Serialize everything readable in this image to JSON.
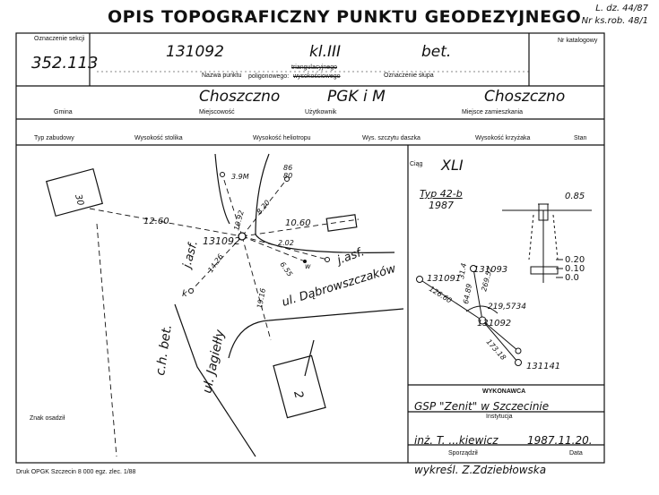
{
  "header": {
    "title": "OPIS TOPOGRAFICZNY PUNKTU GEODEZYJNEGO",
    "doc_ref_1": "L. dz. 44/87",
    "doc_ref_2": "Nr ks.rob. 48/1"
  },
  "row1": {
    "section_label": "Oznaczenie sekcji",
    "section_value": "352.113",
    "point_number": "131092",
    "class_value": "kl.III",
    "post_value": "bet.",
    "point_name_label": "Nazwa punktu",
    "triangulation_label": "triangulacyjnego",
    "polygon_label": "poligonowego:",
    "height_label": "wysokościowego",
    "post_mark_label": "Oznaczenie słupa",
    "catalog_label": "Nr katalogowy"
  },
  "row2": {
    "gmina_label": "Gmina",
    "gmina_value": "Choszczno",
    "place_label": "Miejscowość",
    "user_label": "Użytkownik",
    "user_value": "PGK i M",
    "residence_label": "Miejsce zamieszkania",
    "residence_value": "Choszczno"
  },
  "row3": {
    "labels": [
      "Typ zabudowy",
      "Wysokość stolika",
      "Wysokość heliotropu",
      "Wys. szczytu daszka",
      "Wysokość krzyżaka",
      "Stan"
    ]
  },
  "sketch": {
    "house_number_nw": "30",
    "house_number_se": "2",
    "point_label": "131092",
    "street_1": "ul. Jagiełły",
    "street_2": "ul. Dąbrowszczaków",
    "street_3": "c.h. bet.",
    "asphalt_1": "j.asf.",
    "asphalt_2": "j.asf.",
    "dist_1": "12.60",
    "dist_2": "10.60",
    "dist_3": "14.26",
    "dist_4": "19.16",
    "dist_5": "10.92",
    "dist_6": "8.20",
    "dist_7": "6.55",
    "dist_8": "2.02",
    "dist_9": "3.9M",
    "height_86": "86",
    "height_80": "80",
    "k_mark": "k",
    "w_mark": "w",
    "osadzil_label": "Znak osadził"
  },
  "right_panel": {
    "ciag_label": "Ciąg",
    "ciag_value": "XLI",
    "type_value": "Typ 42-b",
    "year_value": "1987",
    "depth_1": "0.85",
    "depth_2": "0.20",
    "depth_3": "0.10",
    "depth_4": "0.0",
    "point_a": "131091",
    "point_b": "131093",
    "point_c": "131092",
    "point_d": "131141",
    "angle_value": "219,5734",
    "side_1": "126.60",
    "side_2": "269.52",
    "side_3": "173.18",
    "side_4": "64.89",
    "side_5": "31.4"
  },
  "executor": {
    "label": "WYKONAWCA",
    "company": "GSP \"Zenit\" w Szczecinie",
    "institution_label": "Instytucja",
    "maker": "inż. T. ...kiewicz",
    "date_value": "1987.11.20.",
    "maker_label": "Sporządził",
    "date_label": "Data",
    "drawn_by": "wykreśl. Z.Zdziebłowska"
  },
  "footer": {
    "print_note": "Druk OPGK Szczecin 8 000 egz. zlec. 1/88"
  }
}
